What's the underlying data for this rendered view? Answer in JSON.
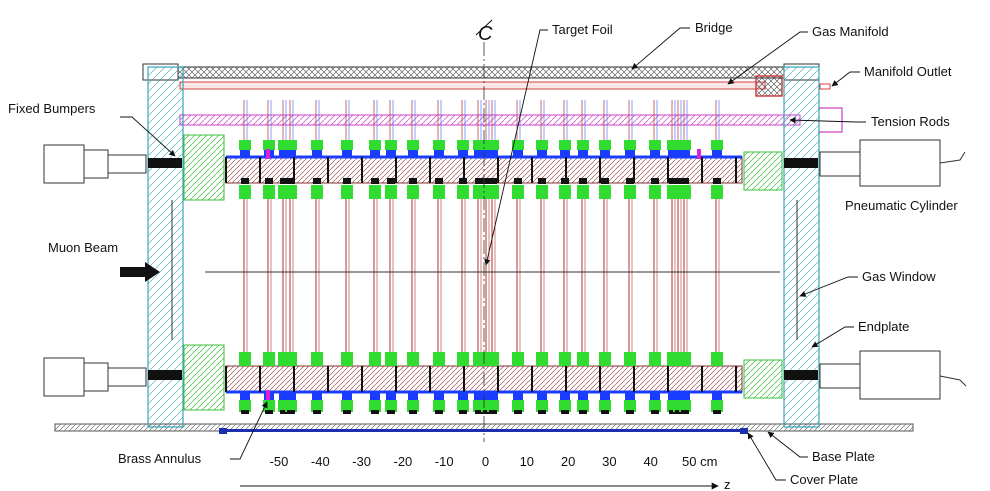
{
  "labels": {
    "bridge": "Bridge",
    "target_foil": "Target Foil",
    "gas_manifold": "Gas Manifold",
    "manifold_outlet": "Manifold Outlet",
    "fixed_bumpers": "Fixed Bumpers",
    "tension_rods": "Tension Rods",
    "pneumatic_cylinder": "Pneumatic Cylinder",
    "muon_beam": "Muon Beam",
    "gas_window": "Gas Window",
    "endplate": "Endplate",
    "brass_annulus": "Brass Annulus",
    "base_plate": "Base Plate",
    "cover_plate": "Cover Plate",
    "centerline_symbol": "C"
  },
  "axis": {
    "name": "z",
    "ticks": [
      "-50",
      "-40",
      "-30",
      "-20",
      "-10",
      "0",
      "10",
      "20",
      "30",
      "40",
      "50 cm"
    ]
  },
  "colors": {
    "line": "#222222",
    "wire": "#b03030",
    "tension_rod": "#d040c8",
    "manifold": "#d04040",
    "endplate_fill": "#dff3f4",
    "endplate_stroke": "#3aa6b8",
    "bumper_fill": "#e8f7e0",
    "bumper_stroke": "#3bbf3b",
    "chamber_fill": "#e8c4b8",
    "chamber_stroke": "#8a3030",
    "blue_block": "#1a3cff",
    "green_part": "#2fdc2f",
    "bridge_fill": "#f0f0f0",
    "base_plate": "#8a8a8a",
    "cover_plate": "#1a2fb0"
  }
}
